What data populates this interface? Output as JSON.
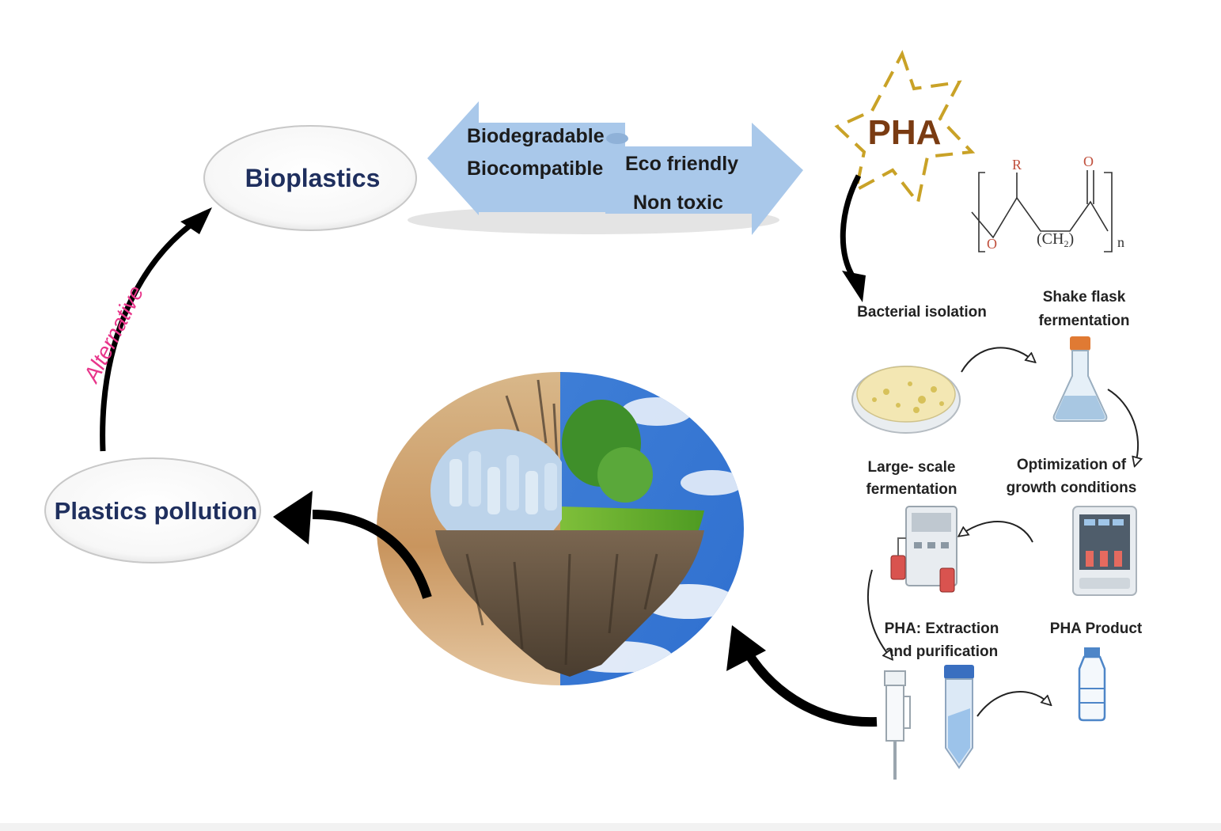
{
  "nodes": {
    "bioplastics": "Bioplastics",
    "plastics_pollution": "Plastics pollution",
    "pha": "PHA"
  },
  "cycle_label": "Alternative",
  "properties": {
    "left": [
      "Biodegradable",
      "Biocompatible"
    ],
    "right": [
      "Eco friendly",
      "Non toxic"
    ]
  },
  "structure": {
    "r": "R",
    "o_double": "O",
    "o_ring": "O",
    "ch2": "(CH",
    "ch2_sub": "2",
    "ch2_close": ")",
    "n": "n"
  },
  "steps": {
    "bacterial_isolation": "Bacterial isolation",
    "shake_flask": [
      "Shake flask",
      "fermentation"
    ],
    "optimization": [
      "Optimization of",
      "growth conditions"
    ],
    "large_scale": [
      "Large- scale",
      "fermentation"
    ],
    "extraction": [
      "PHA: Extraction",
      "and purification"
    ],
    "product": "PHA Product"
  },
  "colors": {
    "node_text": "#1f2f5e",
    "pha_text": "#7a3b12",
    "star": "#c9a227",
    "alternative_text": "#e8358a",
    "arrow_band": "#a9c8ea"
  }
}
